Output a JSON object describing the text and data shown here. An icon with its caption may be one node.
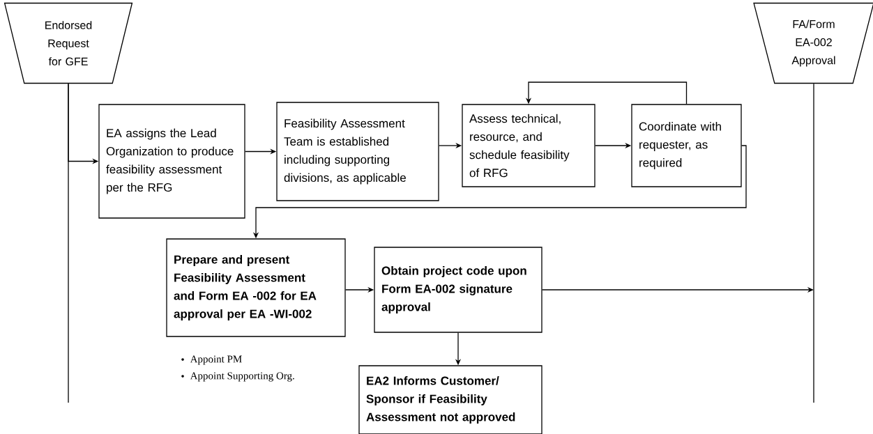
{
  "diagram": {
    "nodes": [
      {
        "text": [
          "Endorsed Request for GFE"
        ]
      },
      {
        "text": [
          "FA/Form EA-002 Approval"
        ]
      },
      {
        "text": [
          "EA assigns the Lead Organization to produce feasibility assessment per the RFG"
        ]
      },
      {
        "text": [
          "Feasibility Assessment Team is established including supporting divisions, as applicable"
        ]
      },
      {
        "text": [
          "Assess technical, resource, and schedule feasibility of RFG"
        ]
      },
      {
        "text": [
          "Coordinate with requester, as required"
        ]
      },
      {
        "text": [
          "Prepare and present Feasibility Assessment and Form EA -002 for EA approval per EA -WI-002"
        ]
      },
      {
        "text": [
          "Obtain project code upon Form EA-002 signature approval"
        ]
      },
      {
        "text": [
          "EA2 Informs Customer/ Sponsor if Feasibility Assessment not approved"
        ]
      }
    ],
    "edges": [
      {
        "from": 0,
        "to": 2,
        "arrow": "to"
      },
      {
        "from": 2,
        "to": 3,
        "arrow": "to"
      },
      {
        "from": 3,
        "to": 4,
        "arrow": "to"
      },
      {
        "from": 4,
        "to": 5,
        "arrow": "to"
      },
      {
        "from": 5,
        "to": 4,
        "arrow": "to"
      },
      {
        "from": 5,
        "to": 6,
        "arrow": "to"
      },
      {
        "from": 6,
        "to": 7,
        "arrow": "to"
      },
      {
        "from": 7,
        "to": 1,
        "arrow": "to"
      },
      {
        "from": 7,
        "to": 8,
        "arrow": "to"
      }
    ],
    "labels": [
      "Appoint PM",
      "Appoint Supporting Org."
    ]
  }
}
